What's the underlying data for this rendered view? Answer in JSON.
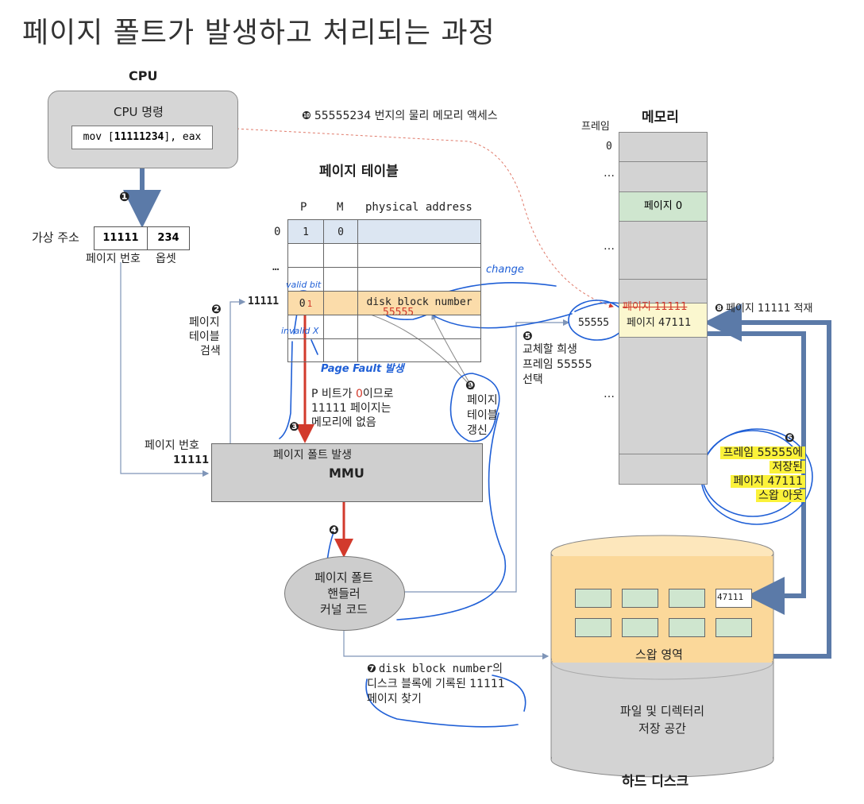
{
  "title": "페이지 폴트가 발생하고 처리되는 과정",
  "cpu": {
    "heading": "CPU",
    "box_label": "CPU 명령",
    "instruction_prefix": "mov [",
    "instruction_addr": "11111234",
    "instruction_suffix": "], eax"
  },
  "virtual_address": {
    "label": "가상 주소",
    "page_number": "11111",
    "offset": "234",
    "page_number_caption": "페이지 번호",
    "offset_caption": "옵셋"
  },
  "page_table": {
    "title": "페이지 테이블",
    "columns": [
      "P",
      "M",
      "physical address"
    ],
    "row0": {
      "index": "0",
      "p": "1",
      "m": "0",
      "addr": ""
    },
    "ellipsis": "…",
    "row_11111": {
      "index": "11111",
      "p": "0",
      "addr": "disk block number"
    },
    "handwritten_new_frame": "55555",
    "handwritten_new_p": "1"
  },
  "steps": {
    "s1": "❶",
    "s2_label": "❷",
    "s2_text": [
      "페이지",
      "테이블",
      "검색"
    ],
    "s3": "❸",
    "s3_text": [
      "P 비트가 ",
      "0",
      "이므로",
      "11111 페이지는",
      "메모리에 없음"
    ],
    "s4": "❹",
    "s5": "❺",
    "s5_text": [
      "교체할 희생",
      "프레임 55555",
      "선택"
    ],
    "s6": "❻",
    "s6_text": [
      "프레임 55555에",
      "저장된",
      "페이지 47111",
      "스왑 아웃"
    ],
    "s7": "❼",
    "s7_text": [
      "disk block number의",
      "디스크 블록에 기록된 11111",
      "페이지 찾기"
    ],
    "s8": "❽",
    "s8_text": "페이지 11111 적재",
    "s9": "❾",
    "s9_text": [
      "페이지",
      "테이블",
      "갱신"
    ],
    "s10": "❿",
    "s10_text": "55555234 번지의 물리 메모리 액세스"
  },
  "mmu": {
    "fault_label": "페이지 폴트 발생",
    "name": "MMU",
    "page_no_label": "페이지 번호",
    "page_no_value": "11111"
  },
  "handler": [
    "페이지 폴트",
    "핸들러",
    "커널 코드"
  ],
  "memory": {
    "title": "메모리",
    "frame_label": "프레임",
    "frame0": "0",
    "ellipsis": "…",
    "page0": "페이지 0",
    "frame_55555": "55555",
    "page_new": "페이지 11111",
    "page_old": "페이지 47111"
  },
  "disk": {
    "swap_label": "스왑 영역",
    "swap_page": "47111",
    "fs_label": [
      "파일 및 디렉터리",
      "저장 공간"
    ],
    "name": "하드 디스크"
  },
  "annotations": {
    "valid_bit": "valid bit",
    "not_valid": "invalid X",
    "page_fault": "Page Fault 발생",
    "change": "change"
  },
  "colors": {
    "arrow_blue": "#5b7aa8",
    "arrow_red": "#d23a2c",
    "pen_blue": "#1f5fd6",
    "memory_green": "#cfe6cf",
    "highlight_row": "#fbdcaa",
    "highlight_yellow": "#fbf23a",
    "disk_swap": "#fbd89a",
    "disk_fs": "#d3d3d3"
  }
}
